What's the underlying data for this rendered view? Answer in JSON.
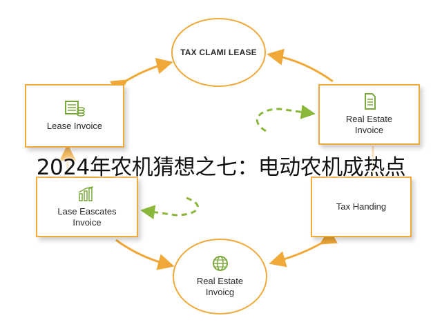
{
  "colors": {
    "accent": "#f0a838",
    "cycle_arrow": "#8ab63a",
    "icon_green": "#7aa83a"
  },
  "nodes": {
    "top": {
      "label": "TAX CLAMI LEASE"
    },
    "lease_invoice": {
      "label": "Lease Invoice",
      "icon": "document-stack-icon"
    },
    "real_estate_right": {
      "label": "Real Estate\nInvoice",
      "icon": "document-icon"
    },
    "lase_estates": {
      "label": "Lase Eascates\nInvoice",
      "icon": "bar-chart-icon"
    },
    "tax_handing": {
      "label": "Tax Handing"
    },
    "real_estate_bottom": {
      "label": "Real Estate\nInvoicg",
      "icon": "globe-icon"
    }
  },
  "headline": "2024年农机猜想之七：电动农机成热点"
}
